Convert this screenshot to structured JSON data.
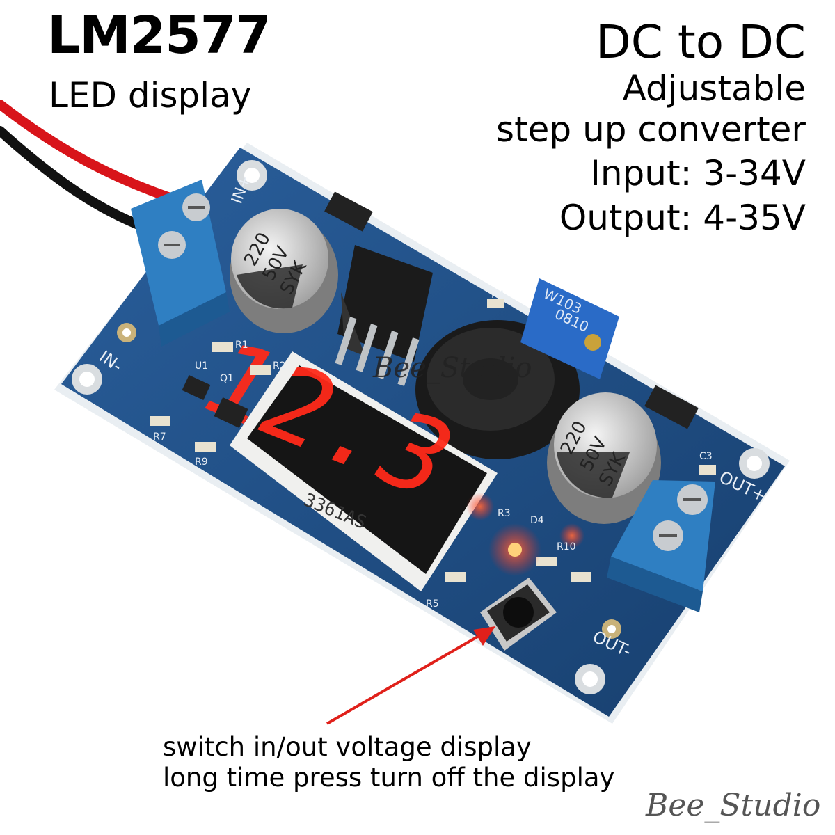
{
  "headline": {
    "model": "LM2577",
    "subtitle": "LED display",
    "title": "DC to DC",
    "adjustable": "Adjustable",
    "type": "step up converter",
    "input": "Input: 3-34V",
    "output": "Output: 4-35V"
  },
  "board": {
    "display_digits": "12.3",
    "display_part": "3361AS",
    "cap_text": [
      "220",
      "50V",
      "SYK"
    ],
    "pot_text": [
      "W103",
      "0810"
    ],
    "labels": {
      "in_plus": "IN+",
      "in_minus": "IN-",
      "out_plus": "OUT+",
      "out_minus": "OUT-",
      "r1": "R1",
      "r2": "R2",
      "r3": "R3",
      "r4": "R4",
      "r5": "R5",
      "r7": "R7",
      "r9": "R9",
      "r10": "R10",
      "d4": "D4",
      "c3": "C3",
      "u1": "U1",
      "q1": "Q1"
    },
    "colors": {
      "pcb": "#1f4f86",
      "terminal": "#2f7fc2",
      "led_red": "#ff2a1a",
      "wire_red": "#d8141a"
    }
  },
  "caption": {
    "line1": "switch in/out voltage display",
    "line2": "long time press turn off the display"
  },
  "watermark": "Bee_Studio"
}
